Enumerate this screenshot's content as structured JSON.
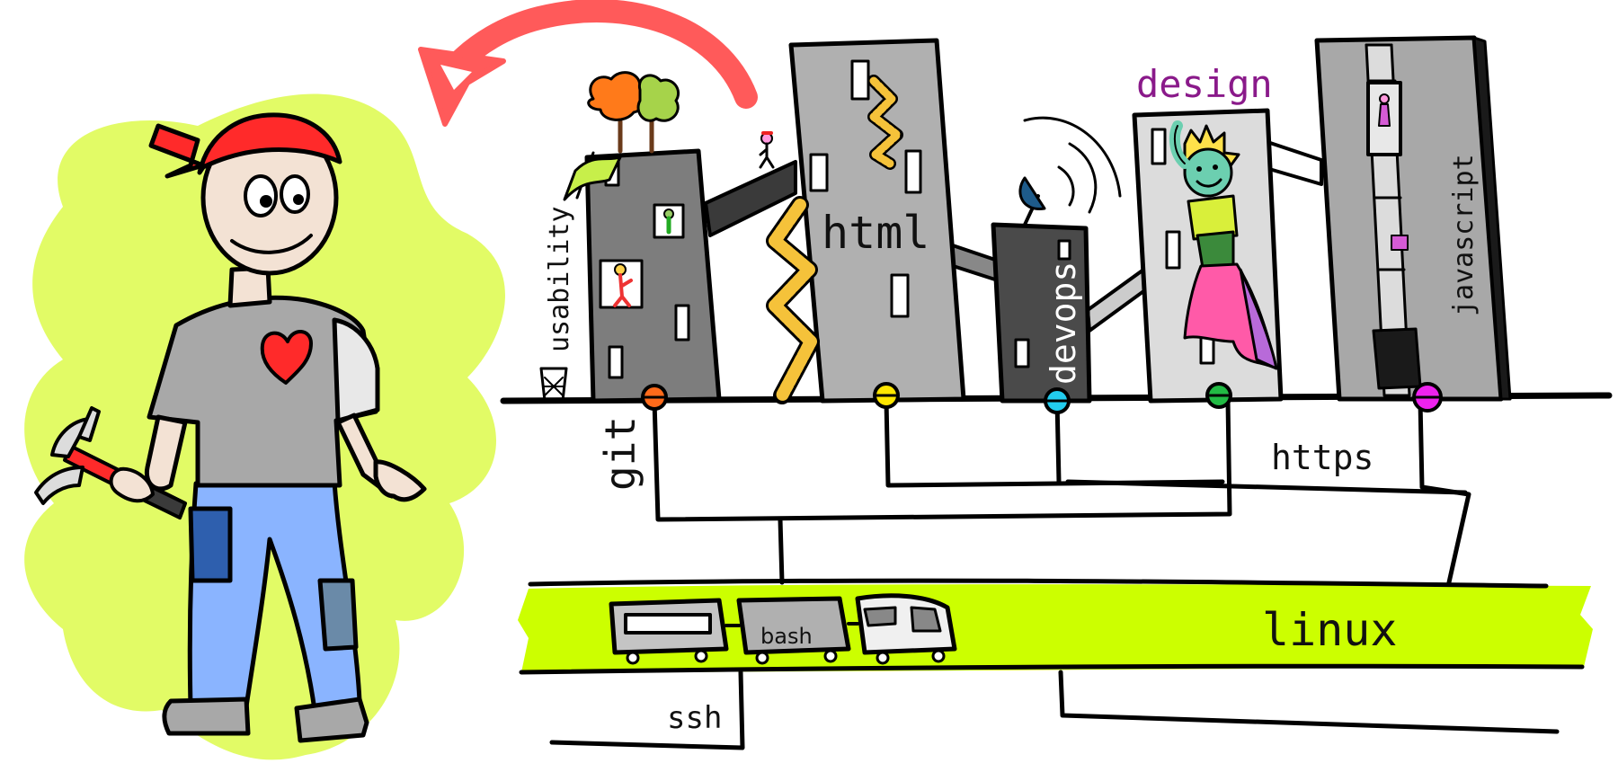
{
  "labels": {
    "usability": "usability",
    "html": "html",
    "devops": "devops",
    "design": "design",
    "javascript": "javascript",
    "git": "git",
    "https": "https",
    "linux": "linux",
    "bash": "bash",
    "ssh": "ssh"
  },
  "colors": {
    "lime_blob": "#e2fb66",
    "linux_band": "#ccff00",
    "tower_dark": "#7d7d7d",
    "tower_light": "#b0b0b0",
    "tower_charcoal": "#4a4a4a",
    "tower_pale": "#dcdcdc",
    "arrow_red": "#ff5a5a",
    "bandana_red": "#ff2a2a",
    "design_purple": "#8a1a8a",
    "node_orange": "#ff6a1a",
    "node_yellow": "#ffe600",
    "node_cyan": "#22ccee",
    "node_green": "#22bb44",
    "node_magenta": "#ee22ee"
  },
  "icons": [
    "curved-arrow-icon",
    "tree-icon",
    "flag-icon",
    "satellite-dish-icon",
    "heart-icon",
    "hammer-icon",
    "basketball-hoop-icon",
    "train-icon"
  ]
}
